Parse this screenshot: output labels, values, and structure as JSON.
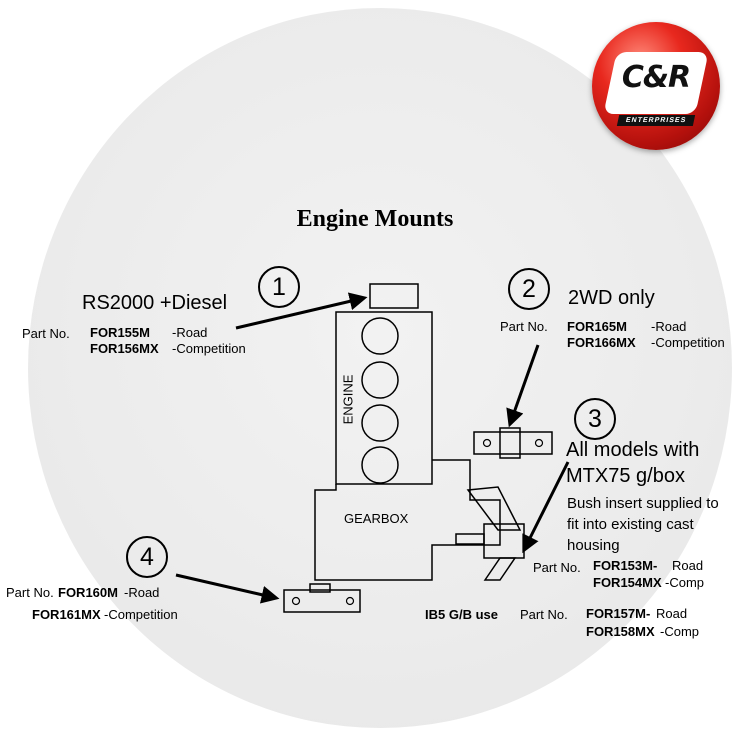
{
  "title": "Engine Mounts",
  "brand": {
    "logo_text": "C&R",
    "logo_subtext": "ENTERPRISES",
    "accent_color": "#d81e16"
  },
  "diagram_labels": {
    "engine": "ENGINE",
    "gearbox": "GEARBOX"
  },
  "callouts": [
    {
      "number": "1",
      "heading": "RS2000 +Diesel",
      "part_prefix": "Part No.",
      "parts": [
        {
          "code": "FOR155M",
          "use": "-Road"
        },
        {
          "code": "FOR156MX",
          "use": "-Competition"
        }
      ]
    },
    {
      "number": "2",
      "heading": "2WD only",
      "part_prefix": "Part No.",
      "parts": [
        {
          "code": "FOR165M",
          "use": "-Road"
        },
        {
          "code": "FOR166MX",
          "use": "-Competition"
        }
      ]
    },
    {
      "number": "3",
      "heading_line1": "All models with",
      "heading_line2": "MTX75 g/box",
      "note_line1": "Bush insert supplied to",
      "note_line2": "fit into existing cast",
      "note_line3": "housing",
      "part_prefix": "Part No.",
      "parts": [
        {
          "code": "FOR153M-",
          "use": "Road"
        },
        {
          "code": "FOR154MX",
          "use": "-Comp"
        }
      ],
      "alt_prefix_bold": "IB5 G/B use",
      "alt_prefix": "Part No.",
      "alt_parts": [
        {
          "code": "FOR157M-",
          "use": "Road"
        },
        {
          "code": "FOR158MX",
          "use": "-Comp"
        }
      ]
    },
    {
      "number": "4",
      "part_prefix": "Part No.",
      "parts": [
        {
          "code": "FOR160M",
          "use": "-Road"
        },
        {
          "code": "FOR161MX",
          "use": "-Competition"
        }
      ]
    }
  ]
}
